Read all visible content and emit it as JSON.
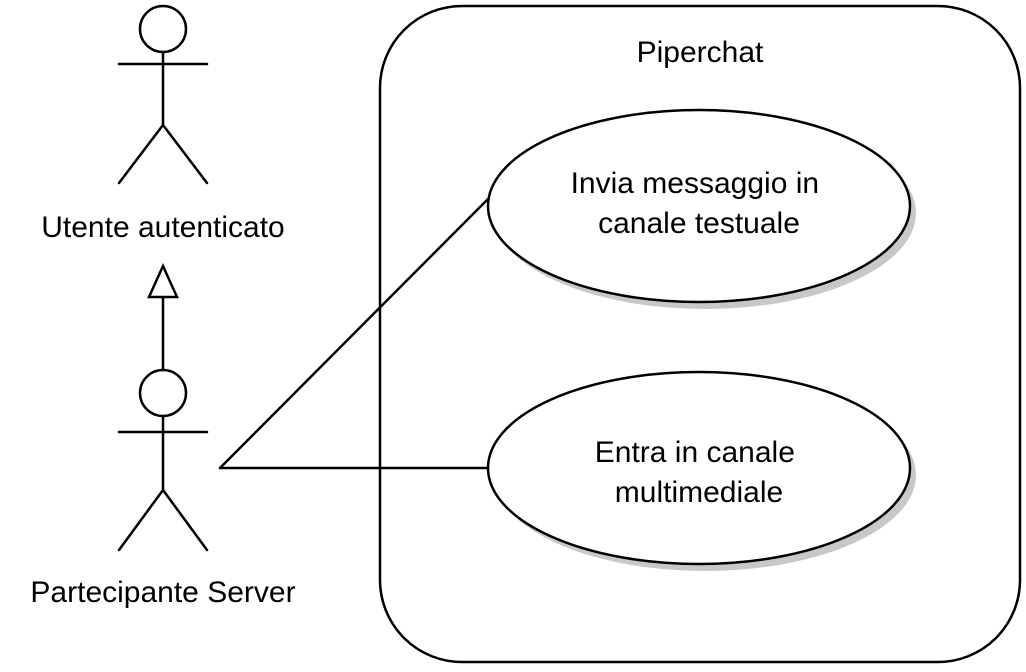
{
  "diagram": {
    "type": "uml-use-case",
    "system": {
      "name": "Piperchat"
    },
    "actors": [
      {
        "id": "utente",
        "label": "Utente autenticato"
      },
      {
        "id": "partecipante",
        "label": "Partecipante Server"
      }
    ],
    "use_cases": [
      {
        "id": "uc1",
        "lines": [
          "Invia messaggio in",
          "canale testuale"
        ]
      },
      {
        "id": "uc2",
        "lines": [
          "Entra in canale",
          "multimediale"
        ]
      }
    ],
    "relations": [
      {
        "type": "generalization",
        "from": "partecipante",
        "to": "utente"
      },
      {
        "type": "association",
        "from": "partecipante",
        "to": "uc1"
      },
      {
        "type": "association",
        "from": "partecipante",
        "to": "uc2"
      }
    ]
  }
}
